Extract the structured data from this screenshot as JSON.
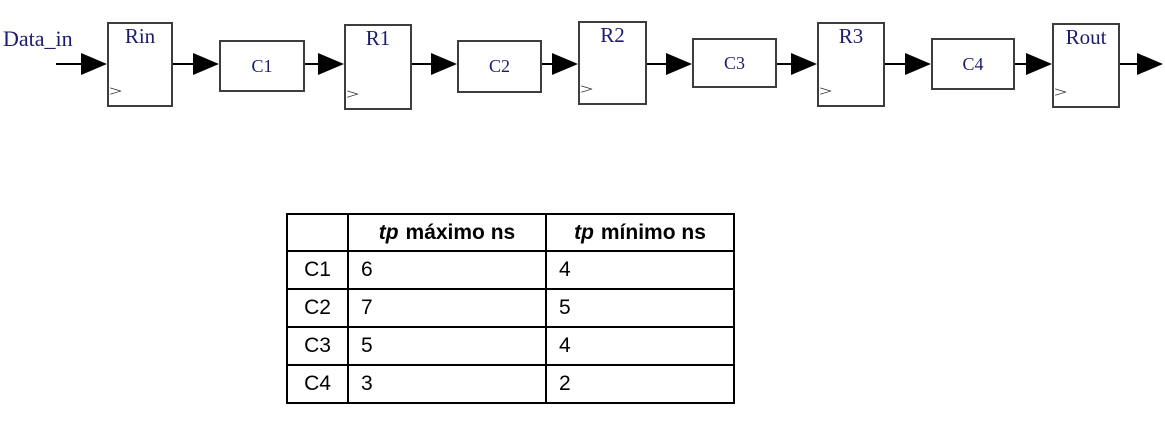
{
  "diagram": {
    "input_label": "Data_in",
    "clock_glyph": ">",
    "stages": [
      {
        "type": "register",
        "label": "Rin"
      },
      {
        "type": "comb",
        "label": "C1"
      },
      {
        "type": "register",
        "label": "R1"
      },
      {
        "type": "comb",
        "label": "C2"
      },
      {
        "type": "register",
        "label": "R2"
      },
      {
        "type": "comb",
        "label": "C3"
      },
      {
        "type": "register",
        "label": "R3"
      },
      {
        "type": "comb",
        "label": "C4"
      },
      {
        "type": "register",
        "label": "Rout"
      }
    ]
  },
  "table": {
    "header": {
      "corner": "",
      "tp_max": {
        "em": "tp",
        "rest": "máximo ns"
      },
      "tp_min": {
        "em": "tp",
        "rest": "mínimo ns"
      }
    },
    "rows": [
      {
        "block": "C1",
        "tp_max": "6",
        "tp_min": "4"
      },
      {
        "block": "C2",
        "tp_max": "7",
        "tp_min": "5"
      },
      {
        "block": "C3",
        "tp_max": "5",
        "tp_min": "4"
      },
      {
        "block": "C4",
        "tp_max": "3",
        "tp_min": "2"
      }
    ]
  },
  "colors": {
    "diagram_label_text": "#1c1c6e",
    "box_border": "#3d3d3d",
    "arrow": "#000000",
    "table_border": "#000000",
    "table_text": "#000000"
  }
}
